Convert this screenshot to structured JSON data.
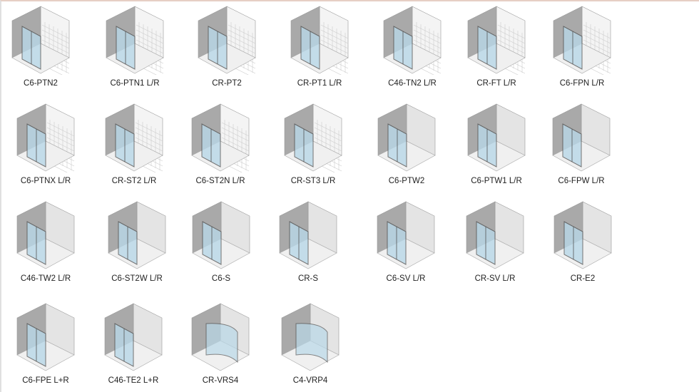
{
  "products": [
    {
      "label": "C6-PTN2",
      "walls": "tile"
    },
    {
      "label": "C6-PTN1 L/R",
      "walls": "tile"
    },
    {
      "label": "CR-PT2",
      "walls": "tile"
    },
    {
      "label": "CR-PT1 L/R",
      "walls": "tile"
    },
    {
      "label": "C46-TN2 L/R",
      "walls": "tile"
    },
    {
      "label": "CR-FT L/R",
      "walls": "tile"
    },
    {
      "label": "C6-FPN L/R",
      "walls": "tile"
    },
    {
      "label": "C6-PTNX L/R",
      "walls": "tile"
    },
    {
      "label": "CR-ST2 L/R",
      "walls": "tile"
    },
    {
      "label": "C6-ST2N L/R",
      "walls": "tile"
    },
    {
      "label": "CR-ST3 L/R",
      "walls": "tile"
    },
    {
      "label": "C6-PTW2",
      "walls": "plain"
    },
    {
      "label": "C6-PTW1 L/R",
      "walls": "plain"
    },
    {
      "label": "C6-FPW L/R",
      "walls": "plain"
    },
    {
      "label": "C46-TW2 L/R",
      "walls": "plain"
    },
    {
      "label": "C6-ST2W L/R",
      "walls": "plain"
    },
    {
      "label": "C6-S",
      "walls": "plain"
    },
    {
      "label": "CR-S",
      "walls": "plain"
    },
    {
      "label": "C6-SV L/R",
      "walls": "plain"
    },
    {
      "label": "CR-SV L/R",
      "walls": "plain"
    },
    {
      "label": "CR-E2",
      "walls": "plain"
    },
    {
      "label": "C6-FPE L+R",
      "walls": "plain"
    },
    {
      "label": "C46-TE2 L+R",
      "walls": "plain"
    },
    {
      "label": "CR-VRS4",
      "walls": "round"
    },
    {
      "label": "C4-VRP4",
      "walls": "round"
    }
  ],
  "colors": {
    "glass": "#b9d8e8",
    "wall_light": "#e4e4e4",
    "wall_dark": "#a9a9a9",
    "frame": "#555555"
  }
}
